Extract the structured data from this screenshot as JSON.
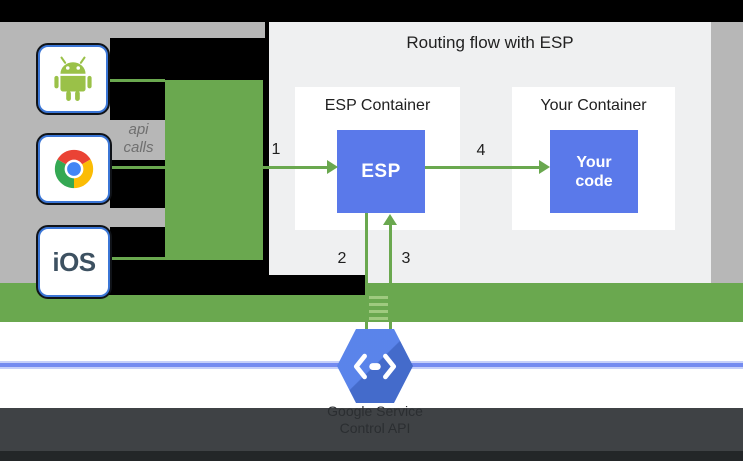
{
  "diagram": {
    "title": "Routing flow with ESP",
    "api_calls_label": {
      "line1": "api",
      "line2": "calls"
    },
    "clients": {
      "ios_label": "iOS"
    },
    "esp_container": {
      "label": "ESP Container",
      "box_label": "ESP"
    },
    "your_container": {
      "label": "Your Container",
      "box_label": "Your code"
    },
    "steps": {
      "one": "1",
      "two": "2",
      "three": "3",
      "four": "4"
    },
    "service": {
      "line1": "Google Service",
      "line2": "Control API"
    },
    "icons": {
      "android": "android-robot-icon",
      "chrome": "chrome-browser-icon",
      "endpoints": "cloud-endpoints-hexagon-icon"
    },
    "colors": {
      "green": "#6aa84f",
      "box_blue": "#5a79ea",
      "hexagon_blue": "#4e7be9",
      "line_blue": "#748bf0",
      "panel_gray": "#b7b7b7",
      "flow_panel_gray": "#eff0f1",
      "dark_band": "#3f4245",
      "bottom_strip": "#232628"
    }
  }
}
